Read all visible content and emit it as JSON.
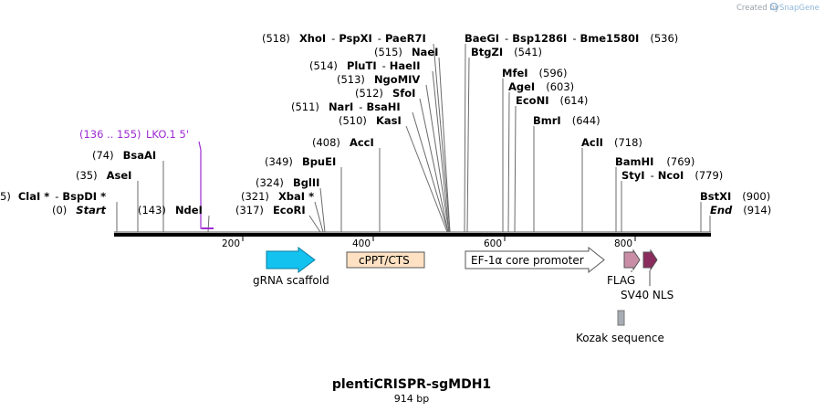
{
  "credit": {
    "prefix": "Created by",
    "brand": "SnapGene"
  },
  "title": "plentiCRISPR-sgMDH1",
  "subtitle": "914 bp",
  "ruler": {
    "ticks": [
      "200",
      "400",
      "600",
      "800"
    ]
  },
  "sites": [
    {
      "pos": "(518)",
      "name": "XhoI",
      "sep": "-"
    },
    {
      "name": "PspXI",
      "sep": "-"
    },
    {
      "name": "PaeR7I"
    },
    {
      "pos": "(515)",
      "name": "NaeI"
    },
    {
      "pos": "(514)",
      "name": "PluTI",
      "sep": "-"
    },
    {
      "name": "HaeII"
    },
    {
      "pos": "(513)",
      "name": "NgoMIV"
    },
    {
      "pos": "(512)",
      "name": "SfoI"
    },
    {
      "pos": "(511)",
      "name": "NarI",
      "sep": "-"
    },
    {
      "name": "BsaHI"
    },
    {
      "pos": "(510)",
      "name": "KasI"
    },
    {
      "name": "BaeGI",
      "sep": "-"
    },
    {
      "name": "Bsp1286I",
      "sep": "-"
    },
    {
      "name": "Bme1580I",
      "pos": "(536)"
    },
    {
      "name": "BtgZI",
      "pos": "(541)"
    },
    {
      "name": "MfeI",
      "pos": "(596)"
    },
    {
      "name": "AgeI",
      "pos": "(603)"
    },
    {
      "name": "EcoNI",
      "pos": "(614)"
    },
    {
      "name": "BmrI",
      "pos": "(644)"
    },
    {
      "pos": "(408)",
      "name": "AccI"
    },
    {
      "pos": "(349)",
      "name": "BpuEI"
    },
    {
      "pos": "(324)",
      "name": "BglII"
    },
    {
      "pos": "(321)",
      "name": "XbaI *"
    },
    {
      "pos": "(317)",
      "name": "EcoRI"
    },
    {
      "pos": "(74)",
      "name": "BsaAI"
    },
    {
      "pos": "(35)",
      "name": "AseI"
    },
    {
      "pos": "5)",
      "name": "ClaI *",
      "sep": "-"
    },
    {
      "name": "BspDI *"
    },
    {
      "pos": "(0)",
      "name": "Start"
    },
    {
      "pos": "(143)",
      "name": "NdeI"
    },
    {
      "name": "AclI",
      "pos": "(718)"
    },
    {
      "name": "BamHI",
      "pos": "(769)"
    },
    {
      "name": "StyI",
      "sep": "-"
    },
    {
      "name": "NcoI",
      "pos": "(779)"
    },
    {
      "name": "BstXI",
      "pos": "(900)"
    },
    {
      "name": "End",
      "pos": "(914)"
    }
  ],
  "primer": {
    "range": "(136 .. 155)",
    "name": "LKO.1 5'",
    "color": "#9d2bd3"
  },
  "features": [
    {
      "name": "gRNA scaffold",
      "color": "#14c2f0"
    },
    {
      "name": "cPPT/CTS",
      "color": "#fde1c2"
    },
    {
      "name": "EF-1α core promoter",
      "color": "#ffffff"
    },
    {
      "name": "FLAG",
      "color": "#c98ea6"
    },
    {
      "name": "SV40 NLS",
      "color": "#8a2c5c"
    },
    {
      "name": "Kozak sequence",
      "color": "#a8adb3"
    }
  ]
}
